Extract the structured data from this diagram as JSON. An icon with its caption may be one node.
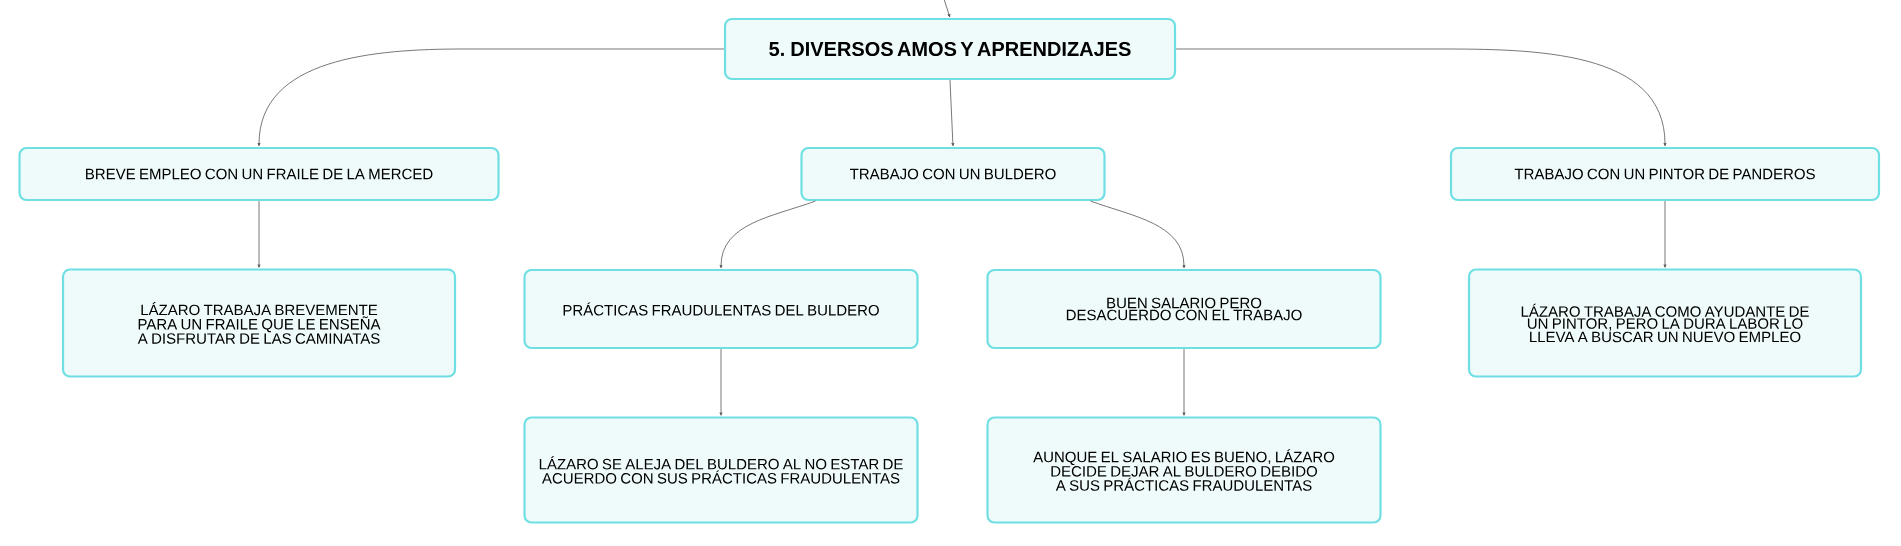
{
  "diagram": {
    "nodes": [
      {
        "text": [
          "5. DIVERSOS AMOS Y APRENDIZAJES"
        ]
      },
      {
        "text": [
          "BREVE EMPLEO CON UN FRAILE DE LA MERCED"
        ]
      },
      {
        "text": [
          "TRABAJO CON UN BULDERO"
        ]
      },
      {
        "text": [
          "TRABAJO CON UN PINTOR DE PANDEROS"
        ]
      },
      {
        "text": [
          "LÁZARO TRABAJA BREVEMENTE PARA UN FRAILE QUE LE ENSEÑA A DISFRUTAR DE LAS CAMINATAS"
        ]
      },
      {
        "text": [
          "PRÁCTICAS FRAUDULENTAS DEL BULDERO"
        ]
      },
      {
        "text": [
          "BUEN SALARIO PERO DESACUERDO CON EL TRABAJO"
        ]
      },
      {
        "text": [
          "LÁZARO TRABAJA COMO AYUDANTE DE UN PINTOR, PERO LA DURA LABOR LO LLEVA A BUSCAR UN NUEVO EMPLEO"
        ]
      },
      {
        "text": [
          "LÁZARO SE ALEJA DEL BULDERO AL NO ESTAR DE ACUERDO CON SUS PRÁCTICAS FRAUDULENTAS"
        ]
      },
      {
        "text": [
          "AUNQUE EL SALARIO ES BUENO, LÁZARO DECIDE DEJAR AL BULDERO DEBIDO A SUS PRÁCTICAS FRAUDULENTAS"
        ]
      }
    ],
    "edges": [
      {
        "from": null,
        "to": 0,
        "arrow": "to"
      },
      {
        "from": 0,
        "to": 1,
        "arrow": "to"
      },
      {
        "from": 0,
        "to": 2,
        "arrow": "to"
      },
      {
        "from": 0,
        "to": 3,
        "arrow": "to"
      },
      {
        "from": 1,
        "to": 4,
        "arrow": "to"
      },
      {
        "from": 2,
        "to": 5,
        "arrow": "to"
      },
      {
        "from": 2,
        "to": 6,
        "arrow": "to"
      },
      {
        "from": 3,
        "to": 7,
        "arrow": "to"
      },
      {
        "from": 5,
        "to": 8,
        "arrow": "to"
      },
      {
        "from": 6,
        "to": 9,
        "arrow": "to"
      }
    ]
  }
}
